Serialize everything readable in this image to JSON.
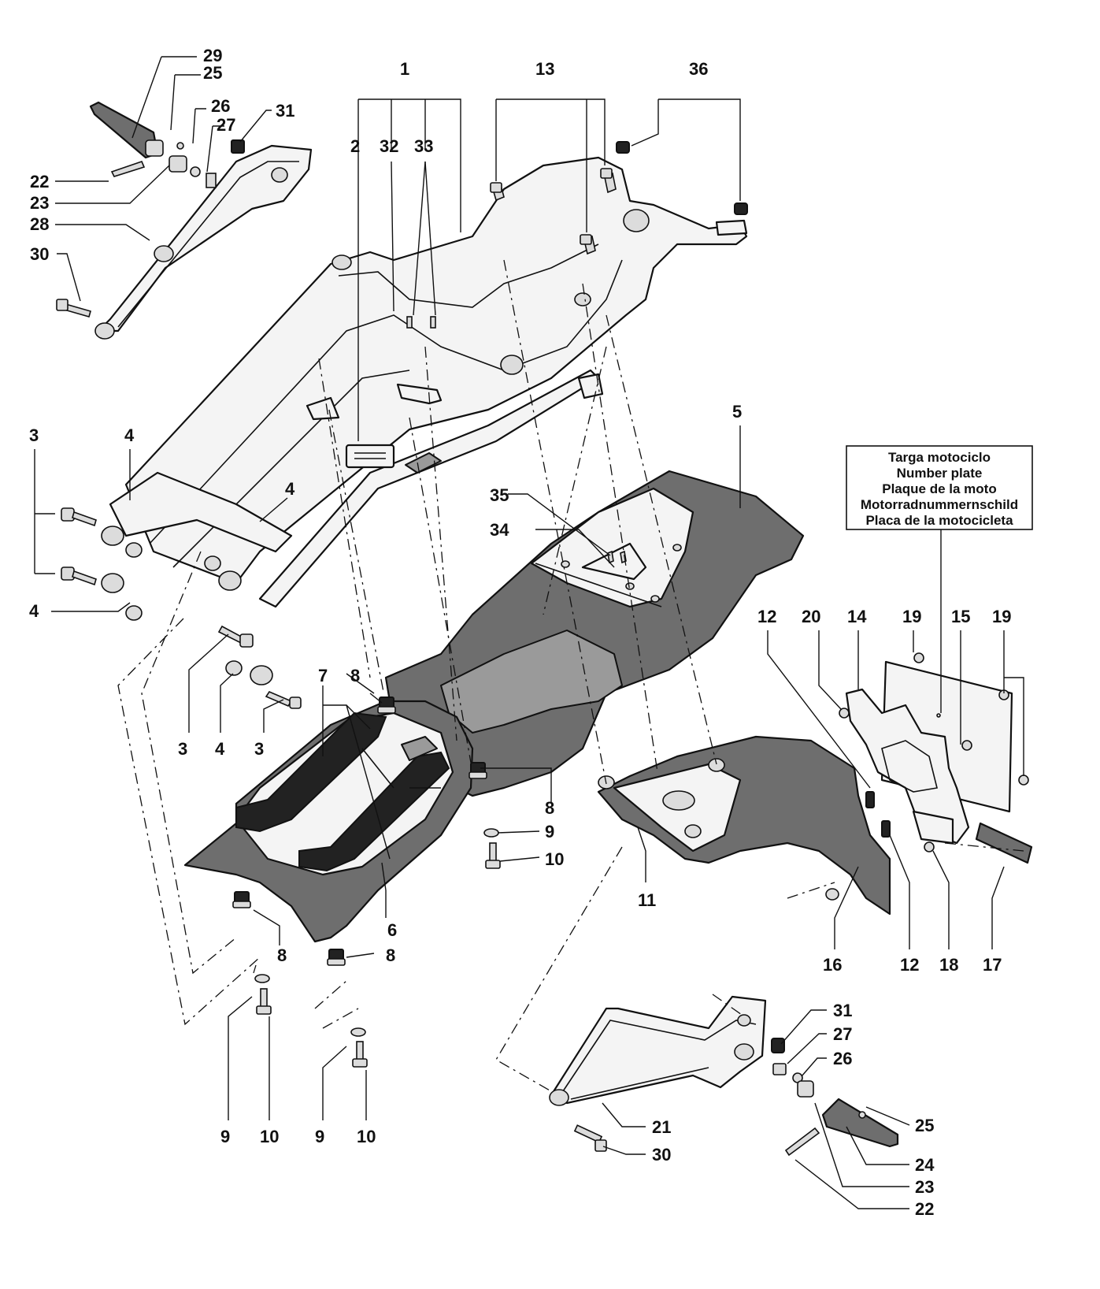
{
  "callouts": {
    "c1": "1",
    "c2": "2",
    "c3a": "3",
    "c3b": "3",
    "c3c": "3",
    "c4a": "4",
    "c4b": "4",
    "c4c": "4",
    "c4d": "4",
    "c5": "5",
    "c6": "6",
    "c7": "7",
    "c8a": "8",
    "c8b": "8",
    "c8c": "8",
    "c8d": "8",
    "c9a": "9",
    "c9b": "9",
    "c9c": "9",
    "c10a": "10",
    "c10b": "10",
    "c10c": "10",
    "c11": "11",
    "c12a": "12",
    "c12b": "12",
    "c13": "13",
    "c14": "14",
    "c15": "15",
    "c16": "16",
    "c17": "17",
    "c18": "18",
    "c19a": "19",
    "c19b": "19",
    "c20": "20",
    "c21": "21",
    "c22a": "22",
    "c22b": "22",
    "c23a": "23",
    "c23b": "23",
    "c24": "24",
    "c25a": "25",
    "c25b": "25",
    "c26a": "26",
    "c26b": "26",
    "c27a": "27",
    "c27b": "27",
    "c28": "28",
    "c29": "29",
    "c30a": "30",
    "c30b": "30",
    "c31a": "31",
    "c31b": "31",
    "c32": "32",
    "c33": "33",
    "c34": "34",
    "c35": "35",
    "c36": "36"
  },
  "plate_box": {
    "line1": "Targa motociclo",
    "line2": "Number plate",
    "line3": "Plaque de la moto",
    "line4": "Motorradnummernschild",
    "line5": "Placa de la motocicleta"
  }
}
